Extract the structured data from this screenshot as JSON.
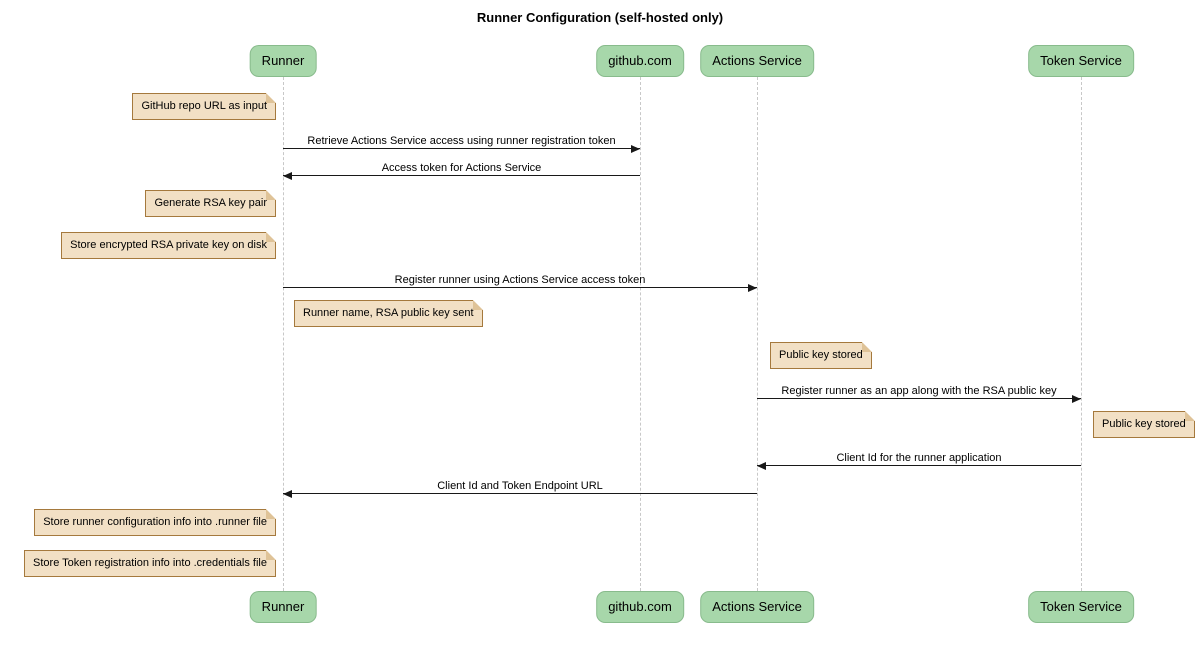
{
  "title": "Runner Configuration (self-hosted only)",
  "actors": [
    {
      "id": "runner",
      "label": "Runner"
    },
    {
      "id": "github-com",
      "label": "github.com"
    },
    {
      "id": "actions-service",
      "label": "Actions Service"
    },
    {
      "id": "token-service",
      "label": "Token Service"
    }
  ],
  "messages": [
    {
      "from": "Runner",
      "to": "github.com",
      "label": "Retrieve Actions Service access using runner registration token"
    },
    {
      "from": "github.com",
      "to": "Runner",
      "label": "Access token for Actions Service"
    },
    {
      "from": "Runner",
      "to": "Actions Service",
      "label": "Register runner using Actions Service access token"
    },
    {
      "from": "Actions Service",
      "to": "Token Service",
      "label": "Register runner as an app along with the RSA public key"
    },
    {
      "from": "Token Service",
      "to": "Actions Service",
      "label": "Client Id for the runner application"
    },
    {
      "from": "Actions Service",
      "to": "Runner",
      "label": "Client Id and Token Endpoint URL"
    }
  ],
  "notes": [
    {
      "position": "left of Runner",
      "label": "GitHub repo URL as input"
    },
    {
      "position": "left of Runner",
      "label": "Generate RSA key pair"
    },
    {
      "position": "left of Runner",
      "label": "Store encrypted RSA private key on disk"
    },
    {
      "position": "right of Runner",
      "label": "Runner name, RSA public key sent"
    },
    {
      "position": "right of Actions Service",
      "label": "Public key stored"
    },
    {
      "position": "right of Token Service",
      "label": "Public key stored"
    },
    {
      "position": "left of Runner",
      "label": "Store runner configuration info into .runner file"
    },
    {
      "position": "left of Runner",
      "label": "Store Token registration info into .credentials file"
    }
  ],
  "colors": {
    "actor_fill": "#a7d7aa",
    "actor_border": "#88bb8c",
    "note_fill": "#f2e0c5",
    "note_border": "#a5793d",
    "note_fold": "#dfc398",
    "lifeline": "#c8c8c8",
    "arrow": "#181818"
  }
}
